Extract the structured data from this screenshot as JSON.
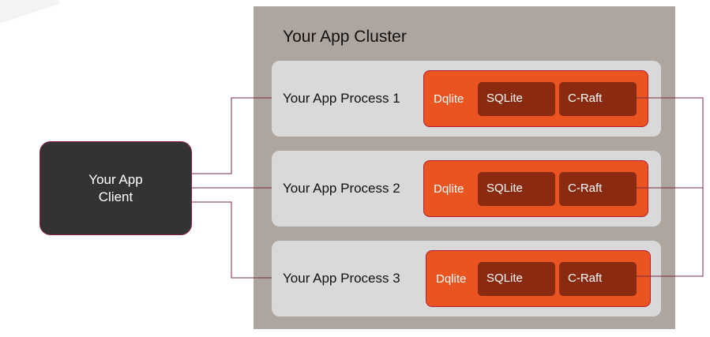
{
  "cluster": {
    "title": "Your App Cluster",
    "processes": [
      {
        "label": "Your App Process 1",
        "engine": "Dqlite",
        "storage": "SQLite",
        "consensus": "C-Raft"
      },
      {
        "label": "Your App Process 2",
        "engine": "Dqlite",
        "storage": "SQLite",
        "consensus": "C-Raft"
      },
      {
        "label": "Your App Process 3",
        "engine": "Dqlite",
        "storage": "SQLite",
        "consensus": "C-Raft"
      }
    ]
  },
  "client": {
    "line1": "Your App",
    "line2": "Client"
  },
  "colors": {
    "cluster_bg": "#aea59e",
    "process_bg": "#d9d9d9",
    "dqlite_bg": "#e95420",
    "module_bg": "#8a2a11",
    "client_bg": "#333333",
    "connector": "#7a2840"
  }
}
